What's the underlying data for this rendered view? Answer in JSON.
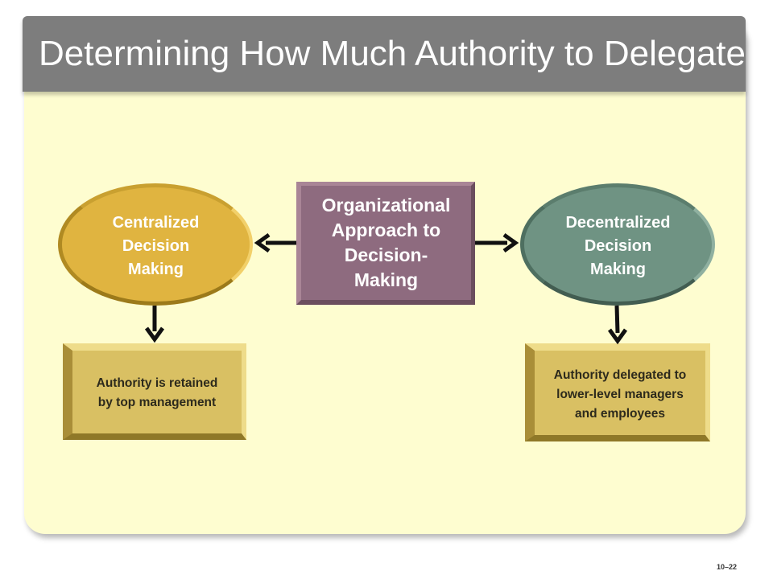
{
  "title": "Determining How Much Authority to Delegate",
  "center": {
    "lines": [
      "Organizational",
      "Approach to",
      "Decision-",
      "Making"
    ]
  },
  "left_oval": {
    "lines": [
      "Centralized",
      "Decision",
      "Making"
    ]
  },
  "right_oval": {
    "lines": [
      "Decentralized",
      "Decision",
      "Making"
    ]
  },
  "left_box": {
    "lines": [
      "Authority is retained",
      "by top management"
    ]
  },
  "right_box": {
    "lines": [
      "Authority delegated to",
      "lower-level managers",
      "and employees"
    ]
  },
  "footnote": "10–22",
  "colors": {
    "title_bar": "#7d7d7d",
    "panel": "#fefdd0",
    "left_oval": "#e0b440",
    "right_oval": "#6f9383",
    "center_box": "#8e6b7f",
    "result_box": "#d9c063"
  },
  "icons": [
    "arrow-left-icon",
    "arrow-right-icon",
    "arrow-down-icon"
  ]
}
